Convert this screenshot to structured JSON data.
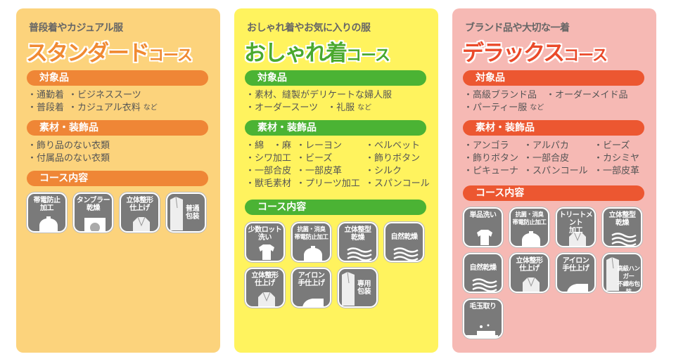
{
  "panels": [
    {
      "subtitle": "普段着やカジュアル服",
      "title_main": "スタンダード",
      "title_suffix": "コース",
      "bg": "#fcd37c",
      "accent": "#ef8636",
      "title_color": "#f08a32",
      "targets_label": "対象品",
      "targets": [
        [
          "・通勤着",
          "・ビジネススーツ",
          ""
        ],
        [
          "・普段着",
          "・カジュアル衣料",
          "など"
        ]
      ],
      "materials_label": "素材・装飾品",
      "materials": [
        [
          "・飾り品のない衣類"
        ],
        [
          "・付属品のない衣類"
        ]
      ],
      "course_label": "コース内容",
      "icons": [
        {
          "label": "帯電防止\n加工",
          "pict": "bag-icon"
        },
        {
          "label": "タンブラー\n乾燥",
          "pict": "dryer-icon"
        },
        {
          "label": "立体整形\n仕上げ",
          "pict": "jacket-icon"
        },
        {
          "label": "普通\n包装",
          "pict": "packaged-jacket-icon"
        }
      ]
    },
    {
      "subtitle": "おしゃれ着やお気に入りの服",
      "title_main": "おしゃれ着",
      "title_suffix": "コース",
      "bg": "#fff35e",
      "accent": "#4bb334",
      "title_color": "#4aa92e",
      "targets_label": "対象品",
      "targets": [
        [
          "・素材、縫製がデリケートな婦人服"
        ],
        [
          "・オーダースーツ　・礼服",
          "など"
        ]
      ],
      "materials_label": "素材・装飾品",
      "materials": [
        [
          "・綿　・麻",
          "・レーヨン",
          "・ベルベット"
        ],
        [
          "・シワ加工",
          "・ビーズ",
          "・飾りボタン"
        ],
        [
          "・一部合皮",
          "・一部皮革",
          "・シルク"
        ],
        [
          "・獣毛素材",
          "・プリーツ加工",
          "・スパンコール"
        ]
      ],
      "course_label": "コース内容",
      "icons": [
        {
          "label": "少数ロット\n洗い",
          "pict": "tshirt-icon"
        },
        {
          "label": "抗菌・消臭\n帯電防止加工",
          "pict": "bag-icon"
        },
        {
          "label": "立体整型\n乾燥",
          "pict": "waves-icon"
        },
        {
          "label": "自然乾燥",
          "pict": "waves-icon"
        },
        {
          "label": "立体整形\n仕上げ",
          "pict": "jacket-icon"
        },
        {
          "label": "アイロン\n手仕上げ",
          "pict": "iron-icon"
        },
        {
          "label": "専用\n包装",
          "pict": "packaged-jacket-icon"
        }
      ]
    },
    {
      "subtitle": "ブランド品や大切な一着",
      "title_main": "デラックス",
      "title_suffix": "コース",
      "bg": "#f6b9b4",
      "accent": "#ec5731",
      "title_color": "#ea4a2a",
      "targets_label": "対象品",
      "targets": [
        [
          "・高級ブランド品　・オーダーメイド品"
        ],
        [
          "・パーティー服",
          "など"
        ]
      ],
      "materials_label": "素材・装飾品",
      "materials": [
        [
          "・アンゴラ",
          "・アルパカ",
          "・ビーズ"
        ],
        [
          "・飾りボタン",
          "・一部合皮",
          "・カシミヤ"
        ],
        [
          "・ピキューナ",
          "・スパンコール",
          "・一部皮革"
        ]
      ],
      "course_label": "コース内容",
      "icons": [
        {
          "label": "単品洗い",
          "pict": "tshirt-icon"
        },
        {
          "label": "抗菌・消臭\n帯電防止加工",
          "pict": "bag-icon"
        },
        {
          "label": "トリートメント\n加工",
          "pict": "jacket-icon"
        },
        {
          "label": "立体整型\n乾燥",
          "pict": "waves-icon"
        },
        {
          "label": "自然乾燥",
          "pict": "waves-icon"
        },
        {
          "label": "立体整形\n仕上げ",
          "pict": "jacket-icon"
        },
        {
          "label": "アイロン\n手仕上げ",
          "pict": "iron-icon"
        },
        {
          "label": "高級ハンガー\n不織布包装",
          "pict": "packaged-jacket-icon"
        },
        {
          "label": "毛玉取り",
          "pict": "brush-icon"
        }
      ]
    }
  ]
}
